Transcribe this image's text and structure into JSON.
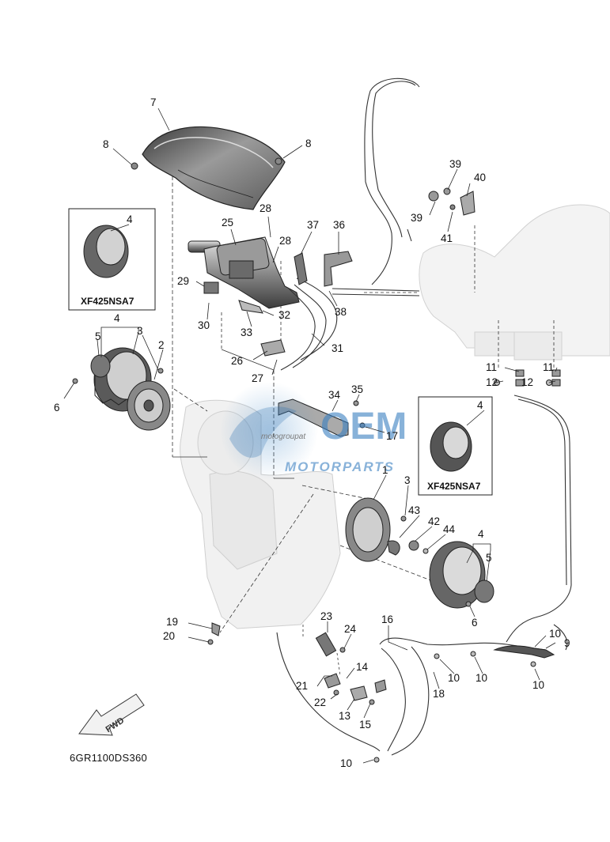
{
  "diagram": {
    "code": "6GR1100DS360",
    "fwd_label": "FWD",
    "part_callouts": [
      {
        "id": "p7",
        "n": "7"
      },
      {
        "id": "p8a",
        "n": "8"
      },
      {
        "id": "p8b",
        "n": "8"
      },
      {
        "id": "p28a",
        "n": "28"
      },
      {
        "id": "p28b",
        "n": "28"
      },
      {
        "id": "p25",
        "n": "25"
      },
      {
        "id": "p37",
        "n": "37"
      },
      {
        "id": "p36",
        "n": "36"
      },
      {
        "id": "p29",
        "n": "29"
      },
      {
        "id": "p30",
        "n": "30"
      },
      {
        "id": "p33",
        "n": "33"
      },
      {
        "id": "p32",
        "n": "32"
      },
      {
        "id": "p38",
        "n": "38"
      },
      {
        "id": "p31",
        "n": "31"
      },
      {
        "id": "p26",
        "n": "26"
      },
      {
        "id": "p27",
        "n": "27"
      },
      {
        "id": "p39a",
        "n": "39"
      },
      {
        "id": "p39b",
        "n": "39"
      },
      {
        "id": "p40",
        "n": "40"
      },
      {
        "id": "p41",
        "n": "41"
      },
      {
        "id": "p11a",
        "n": "11"
      },
      {
        "id": "p12a",
        "n": "12"
      },
      {
        "id": "p11b",
        "n": "11"
      },
      {
        "id": "p12b",
        "n": "12"
      },
      {
        "id": "p4a",
        "n": "4"
      },
      {
        "id": "p4b",
        "n": "4"
      },
      {
        "id": "p5a",
        "n": "5"
      },
      {
        "id": "p3a",
        "n": "3"
      },
      {
        "id": "p2",
        "n": "2"
      },
      {
        "id": "p6a",
        "n": "6"
      },
      {
        "id": "p34",
        "n": "34"
      },
      {
        "id": "p35",
        "n": "35"
      },
      {
        "id": "p17",
        "n": "17"
      },
      {
        "id": "p4c",
        "n": "4"
      },
      {
        "id": "p1",
        "n": "1"
      },
      {
        "id": "p3b",
        "n": "3"
      },
      {
        "id": "p43",
        "n": "43"
      },
      {
        "id": "p42",
        "n": "42"
      },
      {
        "id": "p44",
        "n": "44"
      },
      {
        "id": "p4d",
        "n": "4"
      },
      {
        "id": "p5b",
        "n": "5"
      },
      {
        "id": "p6b",
        "n": "6"
      },
      {
        "id": "p19",
        "n": "19"
      },
      {
        "id": "p20",
        "n": "20"
      },
      {
        "id": "p23",
        "n": "23"
      },
      {
        "id": "p24",
        "n": "24"
      },
      {
        "id": "p16",
        "n": "16"
      },
      {
        "id": "p14",
        "n": "14"
      },
      {
        "id": "p21",
        "n": "21"
      },
      {
        "id": "p22",
        "n": "22"
      },
      {
        "id": "p13",
        "n": "13"
      },
      {
        "id": "p15",
        "n": "15"
      },
      {
        "id": "p18",
        "n": "18"
      },
      {
        "id": "p10a",
        "n": "10"
      },
      {
        "id": "p10b",
        "n": "10"
      },
      {
        "id": "p10c",
        "n": "10"
      },
      {
        "id": "p10d",
        "n": "10"
      },
      {
        "id": "p9",
        "n": "9"
      },
      {
        "id": "p10e",
        "n": "10"
      }
    ],
    "insets": [
      {
        "id": "inset-left",
        "part": "4",
        "model": "XF425NSA7"
      },
      {
        "id": "inset-right",
        "part": "4",
        "model": "XF425NSA7"
      }
    ],
    "watermark": {
      "brand": "OEM",
      "sub": "MOTORPARTS",
      "stamp": "motogroupat"
    }
  }
}
